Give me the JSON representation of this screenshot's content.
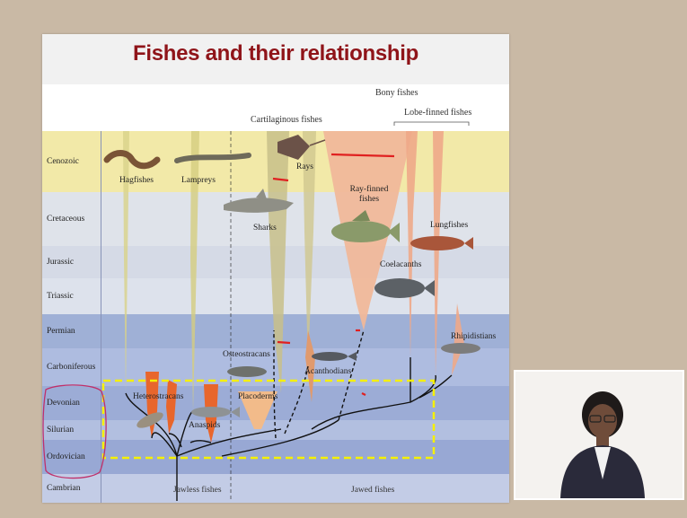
{
  "title": "Fishes and their relationship",
  "headers": {
    "bony": "Bony fishes",
    "cartilaginous": "Cartilaginous fishes",
    "lobe_finned": "Lobe-finned fishes"
  },
  "eras": [
    {
      "name": "Cenozoic",
      "color": "#f2e9a8"
    },
    {
      "name": "Cretaceous",
      "color": "#dfe3ea"
    },
    {
      "name": "Jurassic",
      "color": "#d5dae6"
    },
    {
      "name": "Triassic",
      "color": "#dde2ec"
    },
    {
      "name": "Permian",
      "color": "#9fb0d6"
    },
    {
      "name": "Carboniferous",
      "color": "#aebce0"
    },
    {
      "name": "Devonian",
      "color": "#9cacd6"
    },
    {
      "name": "Silurian",
      "color": "#b2bfe0"
    },
    {
      "name": "Ordovician",
      "color": "#98a8d4"
    },
    {
      "name": "Cambrian",
      "color": "#c3cce6"
    }
  ],
  "groups": {
    "hagfishes": "Hagfishes",
    "lampreys": "Lampreys",
    "rays": "Rays",
    "sharks": "Sharks",
    "ray_finned": "Ray-finned fishes",
    "lungfishes": "Lungfishes",
    "coelacanths": "Coelacanths",
    "rhipidistians": "Rhipidistians",
    "osteostracans": "Osteostracans",
    "heterostracans": "Heterostracans",
    "anaspids": "Anaspids",
    "placoderms": "Placoderms",
    "acanthodians": "Acanthodians"
  },
  "footer": {
    "jawless": "Jawless fishes",
    "jawed": "Jawed fishes"
  },
  "colors": {
    "title": "#8f1419",
    "highlight_box": "#f5f000",
    "annotation_red": "#e02020",
    "annotation_circle": "#c0306a"
  }
}
